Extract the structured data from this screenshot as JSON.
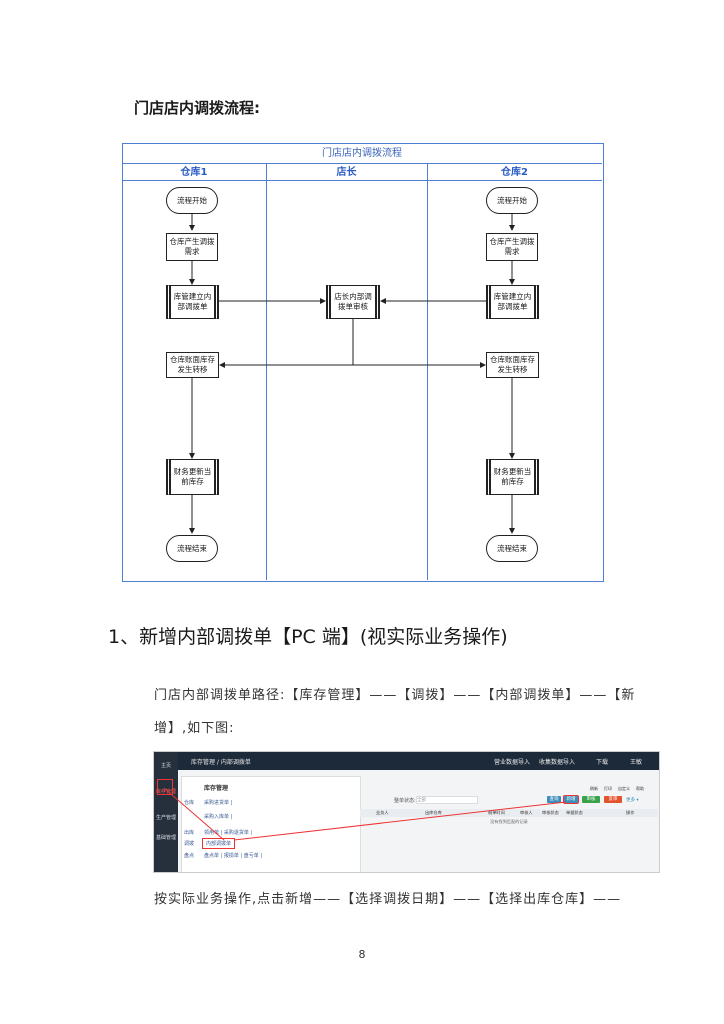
{
  "section_title": "门店店内调拨流程:",
  "flow": {
    "title": "门店店内调拨流程",
    "lanes": [
      "仓库1",
      "店长",
      "仓库2"
    ],
    "nodes": {
      "start1": "流程开始",
      "demand1": "仓库产生调拨需求",
      "create1": "库管建立内部调拨单",
      "review": "店长内部调拨单审核",
      "move1": "仓库账面库存发生转移",
      "update1": "财务更新当前库存",
      "end1": "流程结束",
      "start2": "流程开始",
      "demand2": "仓库产生调拨需求",
      "create2": "库管建立内部调拨单",
      "move2": "仓库账面库存发生转移",
      "update2": "财务更新当前库存",
      "end2": "流程结束"
    }
  },
  "heading": "1、新增内部调拨单【PC 端】(视实际业务操作)",
  "para1_line1": "门店内部调拨单路径:【库存管理】——【调拨】——【内部调拨单】——【新",
  "para1_line2": "增】,如下图:",
  "screenshot": {
    "breadcrumb": "库存管理 / 内部调拨单",
    "top_links": [
      "营业数据导入",
      "收集数据导入",
      "下载",
      "王敏"
    ],
    "side_items": [
      "主页",
      "库存管理",
      "生产管理",
      "基础管理"
    ],
    "menu_title": "库存管理",
    "menu_rows": [
      {
        "cat": "仓库",
        "items": "采购进货单 |"
      },
      {
        "cat": "",
        "items": "采购入库单 |"
      },
      {
        "cat": "出库",
        "items": "领用单 | 采购退货单 |"
      },
      {
        "cat": "调拨",
        "items": "内部调拨单"
      },
      {
        "cat": "盘点",
        "items": "盘点单 | 报损单 | 盘亏单 |"
      }
    ],
    "filter_label": "整单状态:",
    "filter_value": "全部",
    "buttons": [
      "查询",
      "新增",
      "审核",
      "反审"
    ],
    "toolbar_icons": [
      "刷新",
      "打印",
      "自定义",
      "帮助"
    ],
    "more": "更多 ▾",
    "columns": [
      "业务人",
      "出库仓库",
      "制单时间",
      "审核人",
      "审核状态",
      "单据状态",
      "操作"
    ],
    "empty": "没有找到匹配的记录"
  },
  "para2": "按实际业务操作,点击新增——【选择调拨日期】——【选择出库仓库】——",
  "page_number": "8"
}
